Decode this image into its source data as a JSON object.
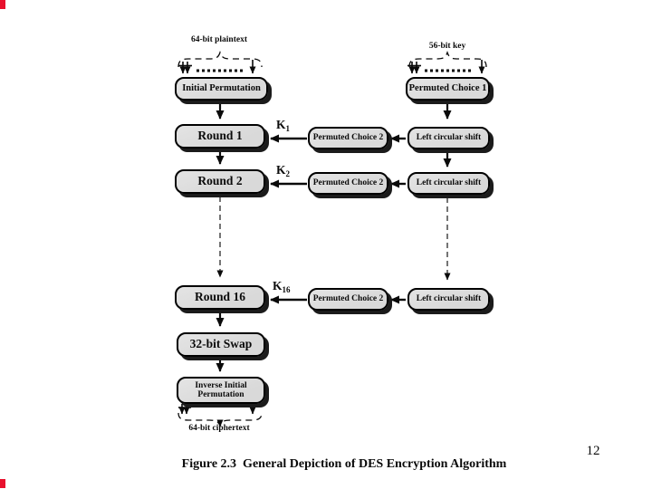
{
  "slide": {
    "page_number": "12",
    "caption": "Figure 2.3  General Depiction of DES Encryption Algorithm"
  },
  "colors": {
    "background": "#ffffff",
    "box_fill": "#d9d9d9",
    "box_border": "#000000",
    "box_shadow": "#1b1b1b",
    "line": "#0a0a0a",
    "red_mark": "#e8112d"
  },
  "labels": {
    "plaintext": "64-bit plaintext",
    "key": "56-bit key",
    "ciphertext": "64-bit ciphertext"
  },
  "nodes": {
    "initial_permutation": "Initial Permutation",
    "permuted_choice_1": "Permuted Choice 1",
    "swap": "32-bit Swap",
    "inverse_initial_permutation_line1": "Inverse Initial",
    "inverse_initial_permutation_line2": "Permutation"
  },
  "rounds": [
    {
      "name": "Round 1",
      "k": "K",
      "k_sub": "1",
      "pc2": "Permuted Choice 2",
      "shift": "Left circular shift"
    },
    {
      "name": "Round 2",
      "k": "K",
      "k_sub": "2",
      "pc2": "Permuted Choice 2",
      "shift": "Left circular shift"
    },
    {
      "name": "Round 16",
      "k": "K",
      "k_sub": "16",
      "pc2": "Permuted Choice 2",
      "shift": "Left circular shift"
    }
  ]
}
